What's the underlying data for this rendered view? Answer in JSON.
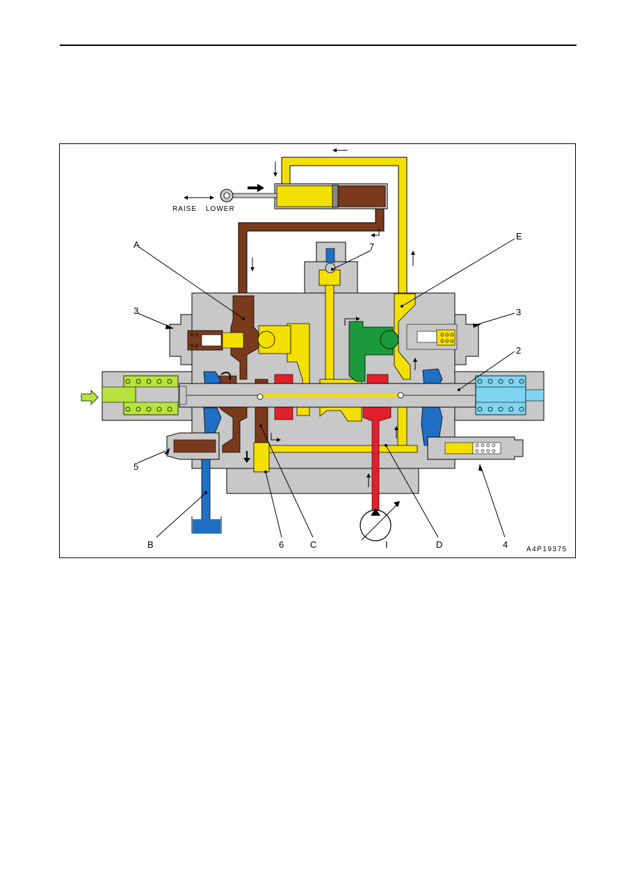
{
  "diagram": {
    "labels": {
      "A": "A",
      "B": "B",
      "C": "C",
      "D": "D",
      "E": "E",
      "I": "I",
      "n1_left": "3",
      "n1_right": "3",
      "n2": "2",
      "n4": "4",
      "n5": "5",
      "n6": "6",
      "n7": "7"
    },
    "raise_label": "RAISE",
    "lower_label": "LOWER",
    "figure_code": "A4P19375",
    "colors": {
      "body": "#c8c8c8",
      "yellow": "#f4e000",
      "brown": "#7a3a1c",
      "blue": "#1f6fc4",
      "red": "#e0202a",
      "green": "#1a9a3a",
      "lightgreen": "#b8e23c",
      "lightblue": "#7fd4f0"
    }
  }
}
